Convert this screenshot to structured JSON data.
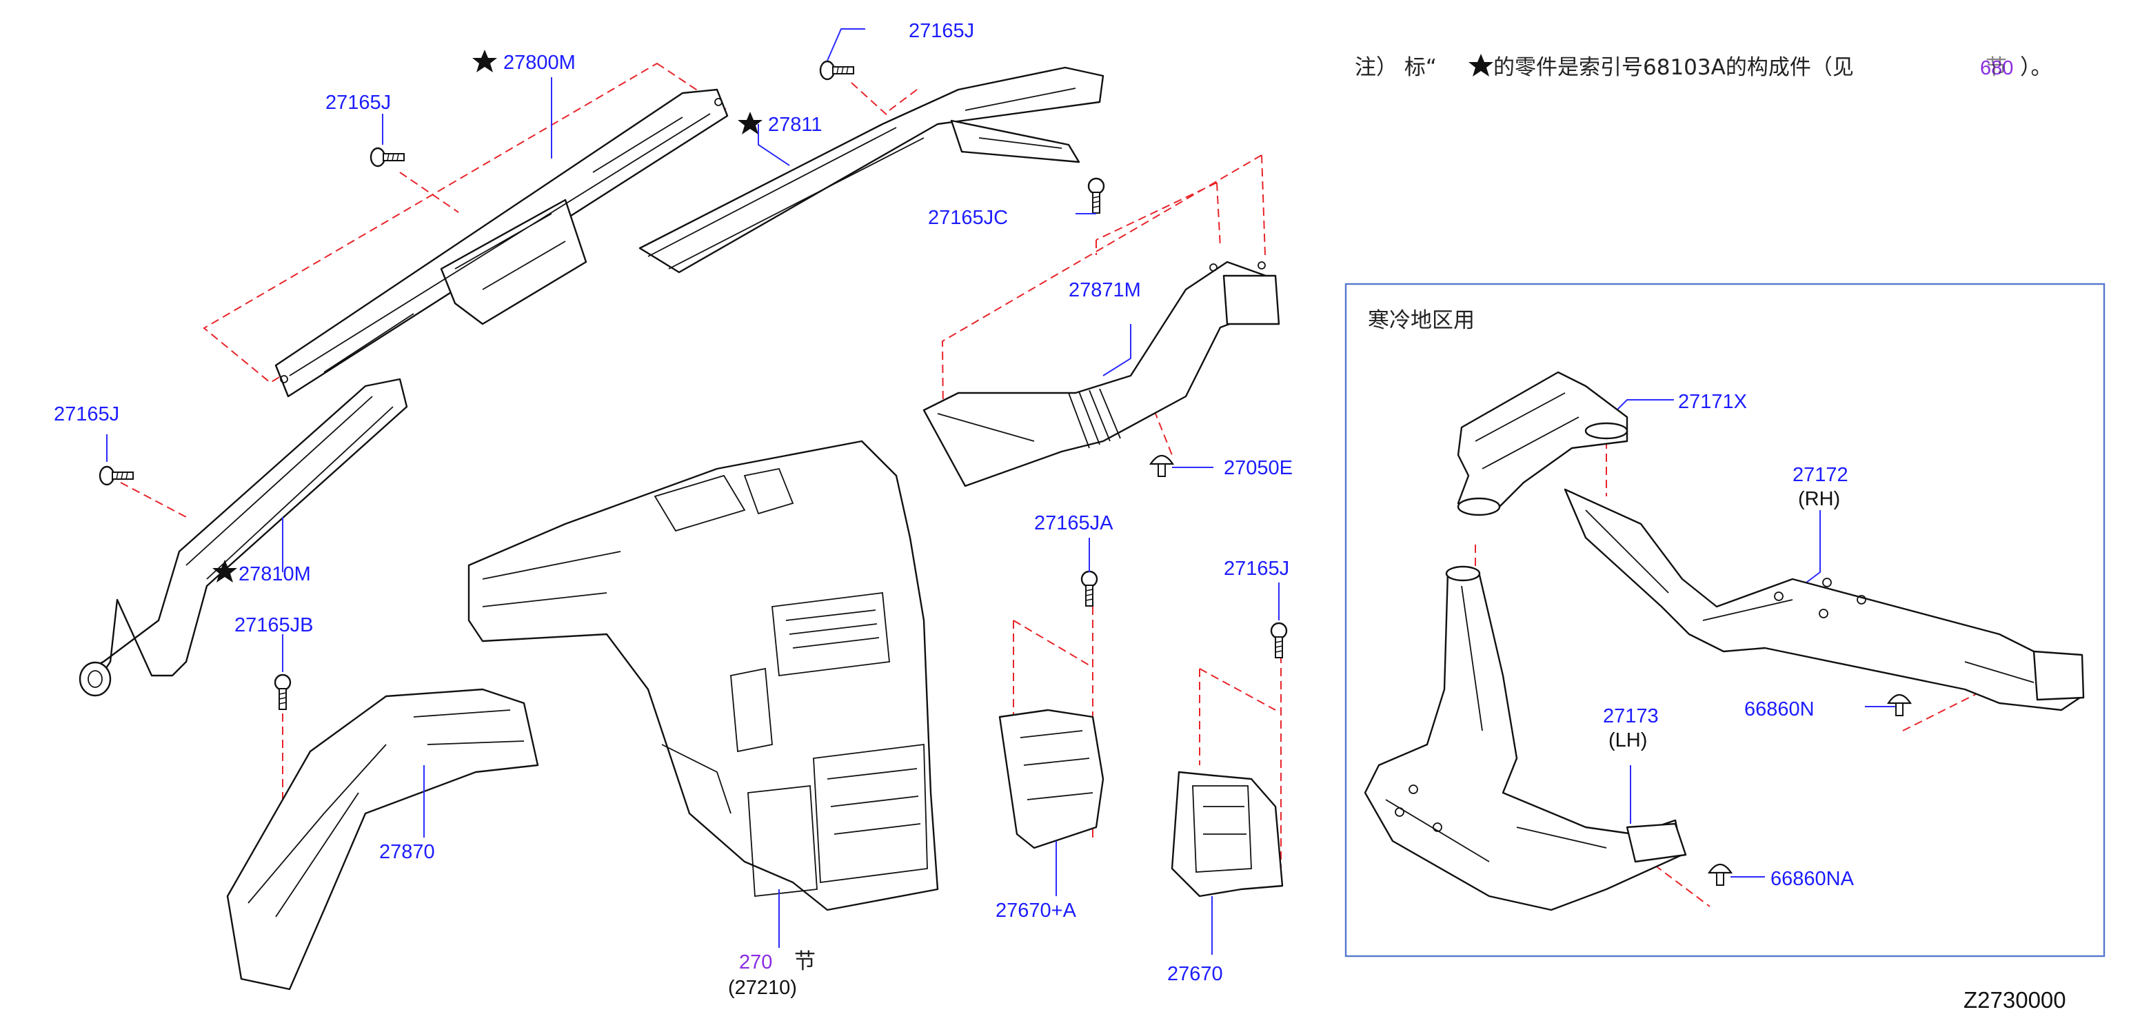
{
  "note": {
    "prefix": "注） 标“",
    "suffix": "的零件是索引号68103A的构成件（见",
    "section_ref": "680",
    "section_word": "节",
    "close": "）。"
  },
  "cold_region_box": {
    "title": "寒冷地区用"
  },
  "diagram_code": "Z2730000",
  "heater_unit": {
    "section_ref": "270",
    "section_word": "节",
    "part_no": "(27210)"
  },
  "colors": {
    "label": "#1c1cff",
    "reference": "#8a2be2",
    "dashed_guide": "#e8242a",
    "frame": "#5577cc"
  },
  "labels": {
    "p27165j_top": "27165J",
    "p27800m": "27800M",
    "p27811": "27811",
    "p27165j_left": "27165J",
    "p27165jc": "27165JC",
    "p27871m": "27871M",
    "p27165j_mid": "27165J",
    "p27810m": "27810M",
    "p27050e": "27050E",
    "p27165jb": "27165JB",
    "p27870": "27870",
    "p27165ja": "27165JA",
    "p27165j_right": "27165J",
    "p27670a": "27670+A",
    "p27670": "27670",
    "p27171x": "27171X",
    "p27172": "27172",
    "p27172_side": "(RH)",
    "p27173": "27173",
    "p27173_side": "(LH)",
    "p66860n": "66860N",
    "p66860na": "66860NA"
  }
}
